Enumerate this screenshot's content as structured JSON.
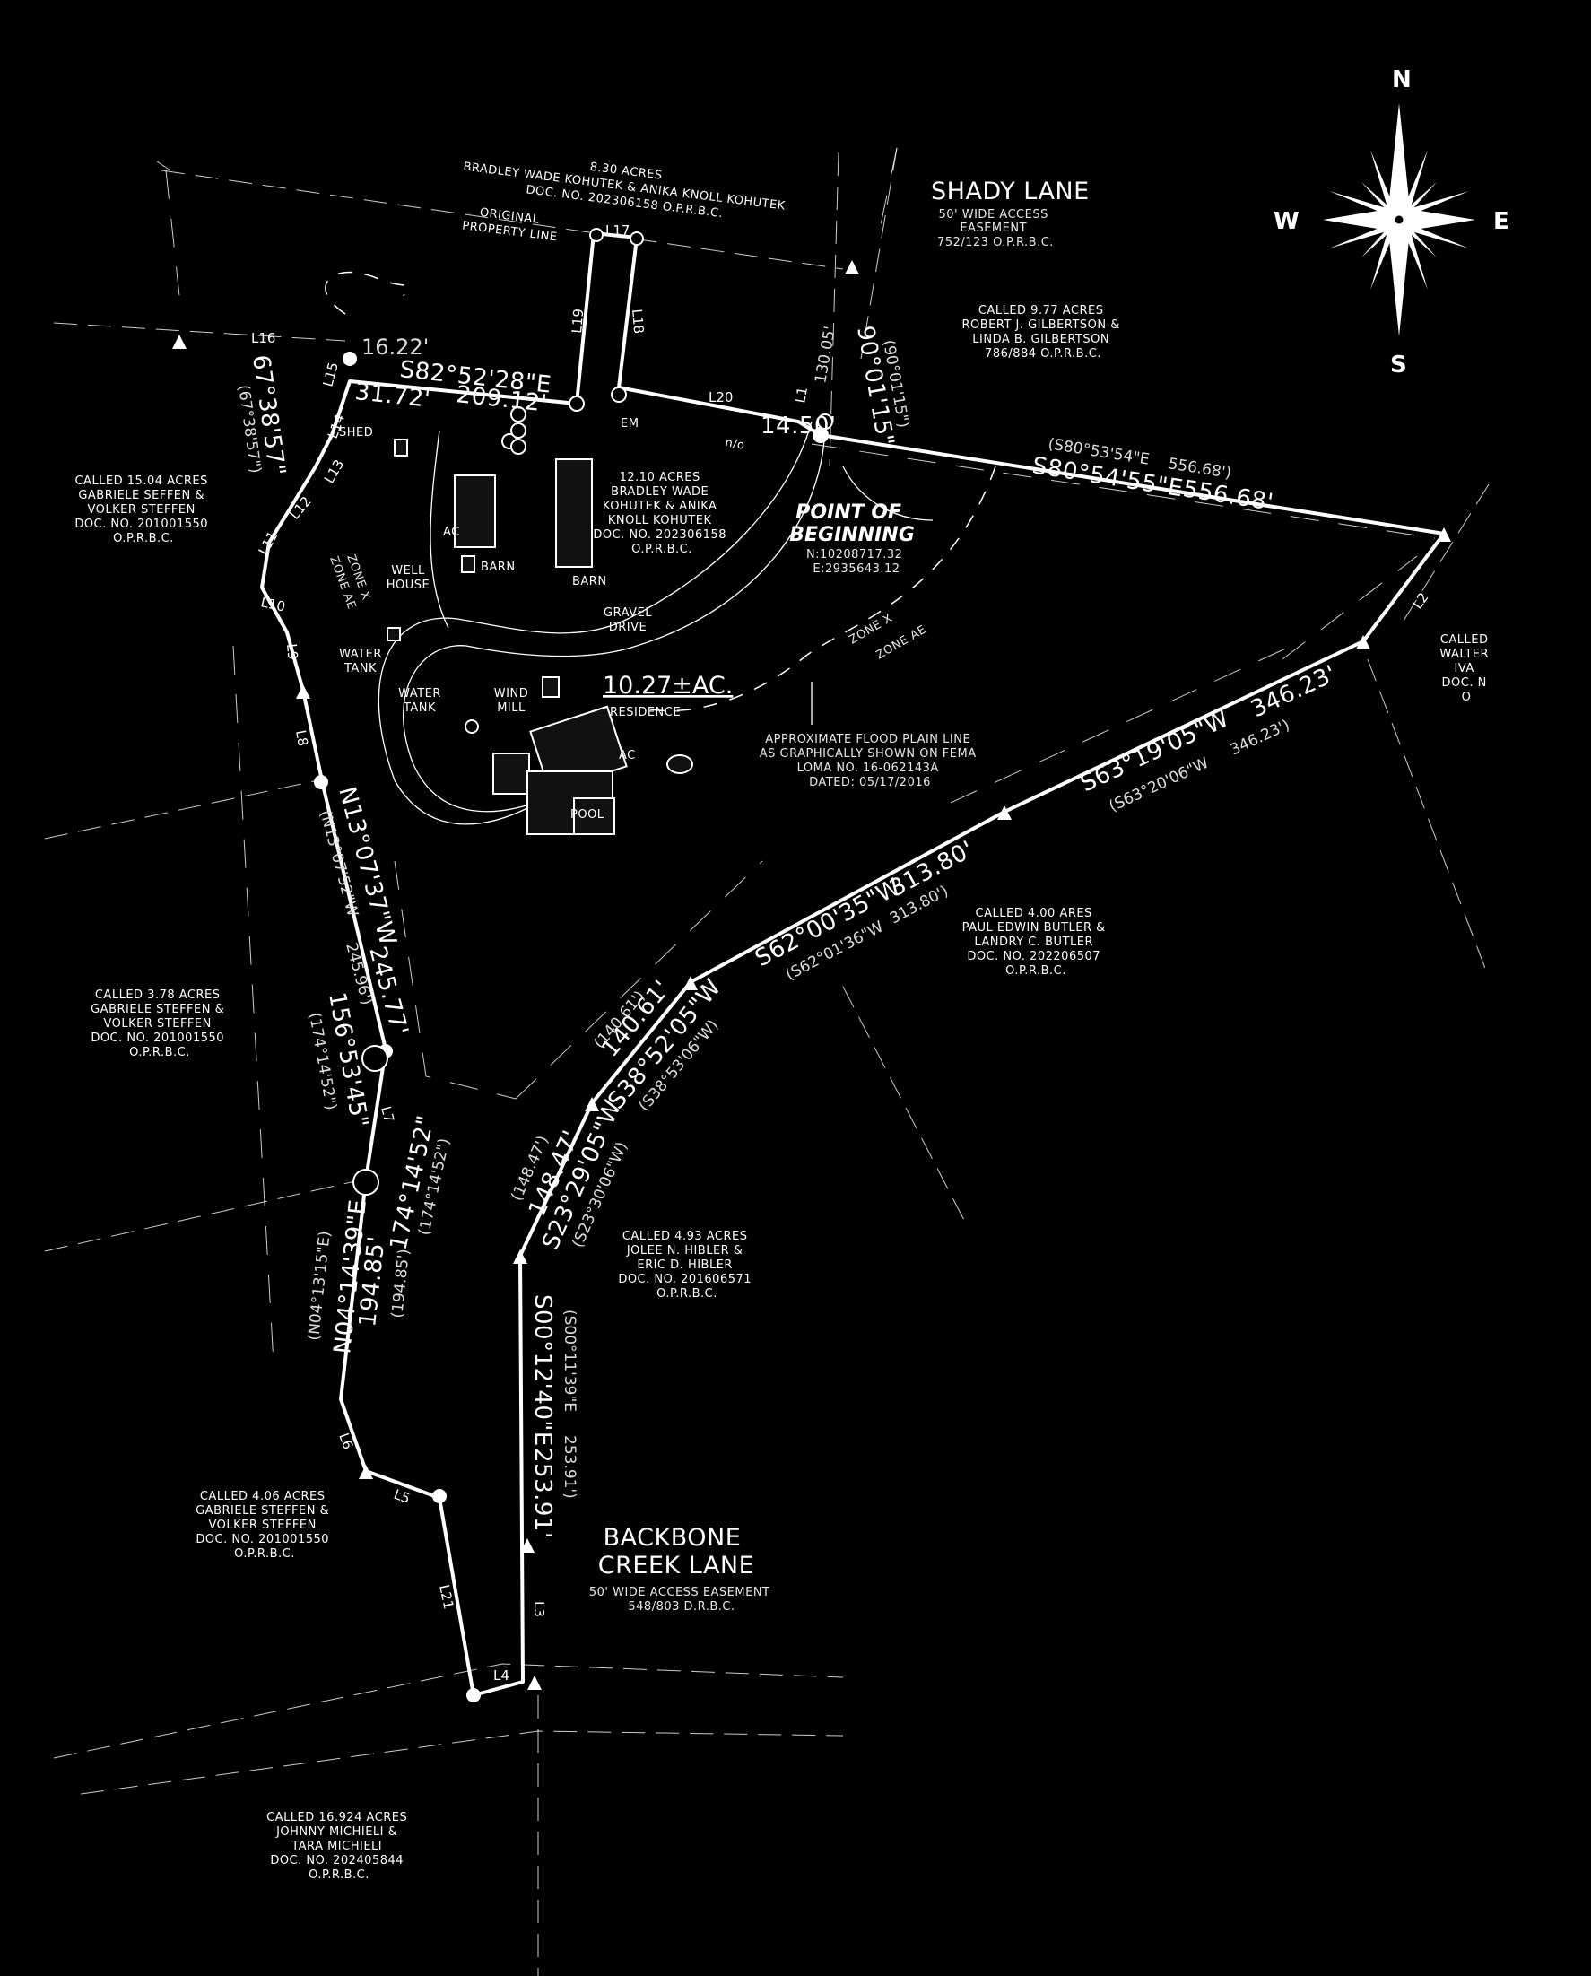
{
  "adjoiners": {
    "north": [
      "8.30 ACRES",
      "BRADLEY WADE KOHUTEK & ANIKA KNOLL KOHUTEK",
      "DOC. NO. 202306158 O.P.R.B.C."
    ],
    "original_line": [
      "ORIGINAL",
      "PROPERTY LINE"
    ],
    "gilbertson": [
      "CALLED 9.77 ACRES",
      "ROBERT J. GILBERTSON &",
      "LINDA B. GILBERTSON",
      "786/884 O.P.R.B.C."
    ],
    "steffen_1504": [
      "CALLED 15.04 ACRES",
      "GABRIELE SEFFEN &",
      "VOLKER STEFFEN",
      "DOC. NO. 201001550",
      "O.P.R.B.C."
    ],
    "steffen_378": [
      "CALLED 3.78 ACRES",
      "GABRIELE STEFFEN &",
      "VOLKER STEFFEN",
      "DOC. NO. 201001550",
      "O.P.R.B.C."
    ],
    "steffen_406": [
      "CALLED 4.06 ACRES",
      "GABRIELE STEFFEN &",
      "VOLKER STEFFEN",
      "DOC. NO. 201001550",
      "O.P.R.B.C."
    ],
    "butler": [
      "CALLED 4.00 ARES",
      "PAUL EDWIN BUTLER &",
      "LANDRY C. BUTLER",
      "DOC. NO. 202206507",
      "O.P.R.B.C."
    ],
    "hibler": [
      "CALLED 4.93 ACRES",
      "JOLEE N. HIBLER &",
      "ERIC D. HIBLER",
      "DOC. NO. 201606571",
      "O.P.R.B.C."
    ],
    "michieli": [
      "CALLED 16.924 ACRES",
      "JOHNNY MICHIELI &",
      "TARA MICHIELI",
      "DOC. NO. 202405844",
      "O.P.R.B.C."
    ],
    "walter": [
      "CALLED",
      "WALTER",
      "IVA",
      "DOC. N",
      "O"
    ],
    "subject": [
      "12.10 ACRES",
      "BRADLEY WADE",
      "KOHUTEK & ANIKA",
      "KNOLL KOHUTEK",
      "DOC. NO. 202306158",
      "O.P.R.B.C."
    ]
  },
  "roads": {
    "shady_title": "SHADY LANE",
    "shady_sub": [
      "50' WIDE ACCESS",
      "EASEMENT",
      "752/123 O.P.R.B.C."
    ],
    "backbone_title": [
      "BACKBONE",
      "CREEK LANE"
    ],
    "backbone_sub": [
      "50' WIDE ACCESS EASEMENT",
      "548/803 D.R.B.C."
    ]
  },
  "pob": {
    "title": [
      "POINT OF",
      "BEGINNING"
    ],
    "coords": [
      "N:10208717.32",
      "E:2935643.12"
    ]
  },
  "area": "10.27±AC.",
  "flood_note": [
    "APPROXIMATE FLOOD PLAIN LINE",
    "AS GRAPHICALLY SHOWN ON FEMA",
    "LOMA NO. 16-062143A",
    "DATED: 05/17/2016"
  ],
  "zones": {
    "x": "ZONE X",
    "ae": "ZONE AE"
  },
  "features": {
    "barn": "BARN",
    "well_house": [
      "WELL",
      "HOUSE"
    ],
    "water_tank": [
      "WATER",
      "TANK"
    ],
    "windmill": [
      "WIND",
      "MILL"
    ],
    "residence": "RESIDENCE",
    "pool": "POOL",
    "shed": "SHED",
    "gravel": [
      "GRAVEL",
      "DRIVE"
    ],
    "ac": "AC",
    "em": "EM",
    "no": "n/o"
  },
  "bearings": {
    "main_e": "S80°54'55\"E",
    "main_e_dist": "556.68'",
    "main_e_rec": "(S80°53'54\"E",
    "main_e_rec_dist": "556.68')",
    "w1": "S63°19'05\"W",
    "w1_dist": "346.23'",
    "w1_rec": "(S63°20'06\"W",
    "w1_rec_dist": "346.23')",
    "w2": "S62°00'35\"W",
    "w2_dist": "313.80'",
    "w2_rec": "(S62°01'36\"W",
    "w2_rec_dist": "313.80')",
    "w3": "S38°52'05\"W",
    "w3_dist": "140.61'",
    "w3_rec": "(S38°53'06\"W)",
    "w3_rec_dist": "(140.61')",
    "w4": "S23°29'05\"W",
    "w4_dist": "148.47'",
    "w4_rec": "(S23°30'06\"W)",
    "w4_rec_dist": "(148.47')",
    "s1": "S00°12'40\"E",
    "s1_dist": "253.91'",
    "s1_rec": "(S00°11'39\"E",
    "s1_rec_dist": "253.91')",
    "nw1": "N13°07'37\"W",
    "nw1_dist": "245.77'",
    "nw1_rec": "(N13°07'52\"W",
    "nw1_rec_dist": "245.96')",
    "ang1": "156°53'45\"",
    "ang1_rec": "(174°14'52\")",
    "ang2": "174°14'52\"",
    "ang2_rec": "(174°14'52\")",
    "ne1": "N04°14'39\"E",
    "ne1_dist": "194.85'",
    "ne1_rec": "(N04°13'15\"E)",
    "ne1_rec_dist": "(194.85')",
    "top": "S82°52'28\"E",
    "top_dist": "209.12'",
    "top_seg": "31.72'",
    "top_seg2": "16.22'",
    "ang_nw": "67°38'57\"",
    "ang_nw_rec": "(67°38'57\")",
    "ang_ne": "90°01'15\"",
    "ang_ne_rec": "(90°01'15\")",
    "l1_dist": "130.05'",
    "seg_1450": "14.50'"
  },
  "lines": [
    "L1",
    "L2",
    "L3",
    "L4",
    "L5",
    "L6",
    "L7",
    "L8",
    "L9",
    "L10",
    "L11",
    "L12",
    "L13",
    "L14",
    "L15",
    "L16",
    "L17",
    "L18",
    "L19",
    "L20",
    "L21"
  ],
  "compass": {
    "n": "N",
    "s": "S",
    "e": "E",
    "w": "W"
  }
}
